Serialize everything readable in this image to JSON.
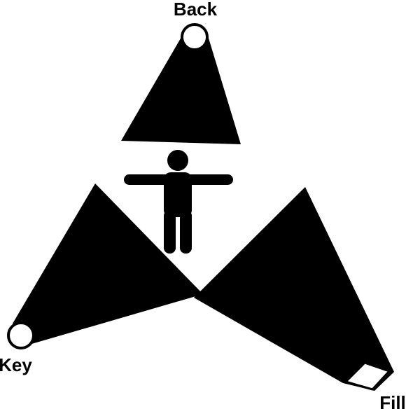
{
  "diagram": {
    "colors": {
      "fill": "#000000",
      "background": "#ffffff",
      "lamp": "#ffffff"
    },
    "lights": {
      "back": {
        "label": "Back",
        "icon": "spotlight-cone-icon"
      },
      "key": {
        "label": "Key",
        "icon": "spotlight-cone-icon"
      },
      "fill": {
        "label": "Fill",
        "icon": "softbox-cone-icon"
      }
    },
    "subject": {
      "icon": "person-icon"
    }
  }
}
